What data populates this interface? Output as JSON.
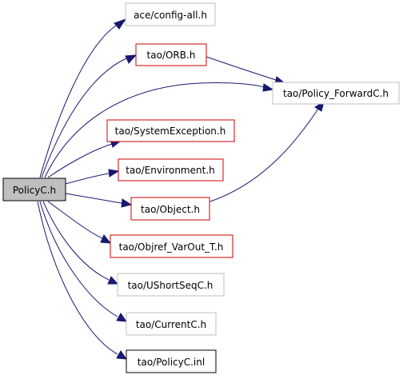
{
  "colors": {
    "edge": "#191970",
    "source_fill": "#bfbfbf",
    "border_documented": "#cc0000",
    "border_undocumented": "#bfbfbf",
    "border_default": "#000000"
  },
  "nodes": {
    "policyc_h": {
      "label": "PolicyC.h",
      "style": "source"
    },
    "config_all": {
      "label": "ace/config-all.h",
      "style": "undocumented"
    },
    "orb_h": {
      "label": "tao/ORB.h",
      "style": "documented"
    },
    "policy_forwardc": {
      "label": "tao/Policy_ForwardC.h",
      "style": "undocumented"
    },
    "systemexception": {
      "label": "tao/SystemException.h",
      "style": "documented"
    },
    "environment": {
      "label": "tao/Environment.h",
      "style": "documented"
    },
    "object_h": {
      "label": "tao/Object.h",
      "style": "documented"
    },
    "objref_varout": {
      "label": "tao/Objref_VarOut_T.h",
      "style": "documented"
    },
    "ushortseqc": {
      "label": "tao/UShortSeqC.h",
      "style": "undocumented"
    },
    "currentc": {
      "label": "tao/CurrentC.h",
      "style": "undocumented"
    },
    "policyc_inl": {
      "label": "tao/PolicyC.inl",
      "style": "default"
    }
  },
  "edges": [
    {
      "from": "policyc_h",
      "to": "config_all"
    },
    {
      "from": "policyc_h",
      "to": "orb_h"
    },
    {
      "from": "policyc_h",
      "to": "policy_forwardc"
    },
    {
      "from": "orb_h",
      "to": "policy_forwardc"
    },
    {
      "from": "object_h",
      "to": "policy_forwardc"
    },
    {
      "from": "policyc_h",
      "to": "systemexception"
    },
    {
      "from": "policyc_h",
      "to": "environment"
    },
    {
      "from": "policyc_h",
      "to": "object_h"
    },
    {
      "from": "policyc_h",
      "to": "objref_varout"
    },
    {
      "from": "policyc_h",
      "to": "ushortseqc"
    },
    {
      "from": "policyc_h",
      "to": "currentc"
    },
    {
      "from": "policyc_h",
      "to": "policyc_inl"
    }
  ]
}
